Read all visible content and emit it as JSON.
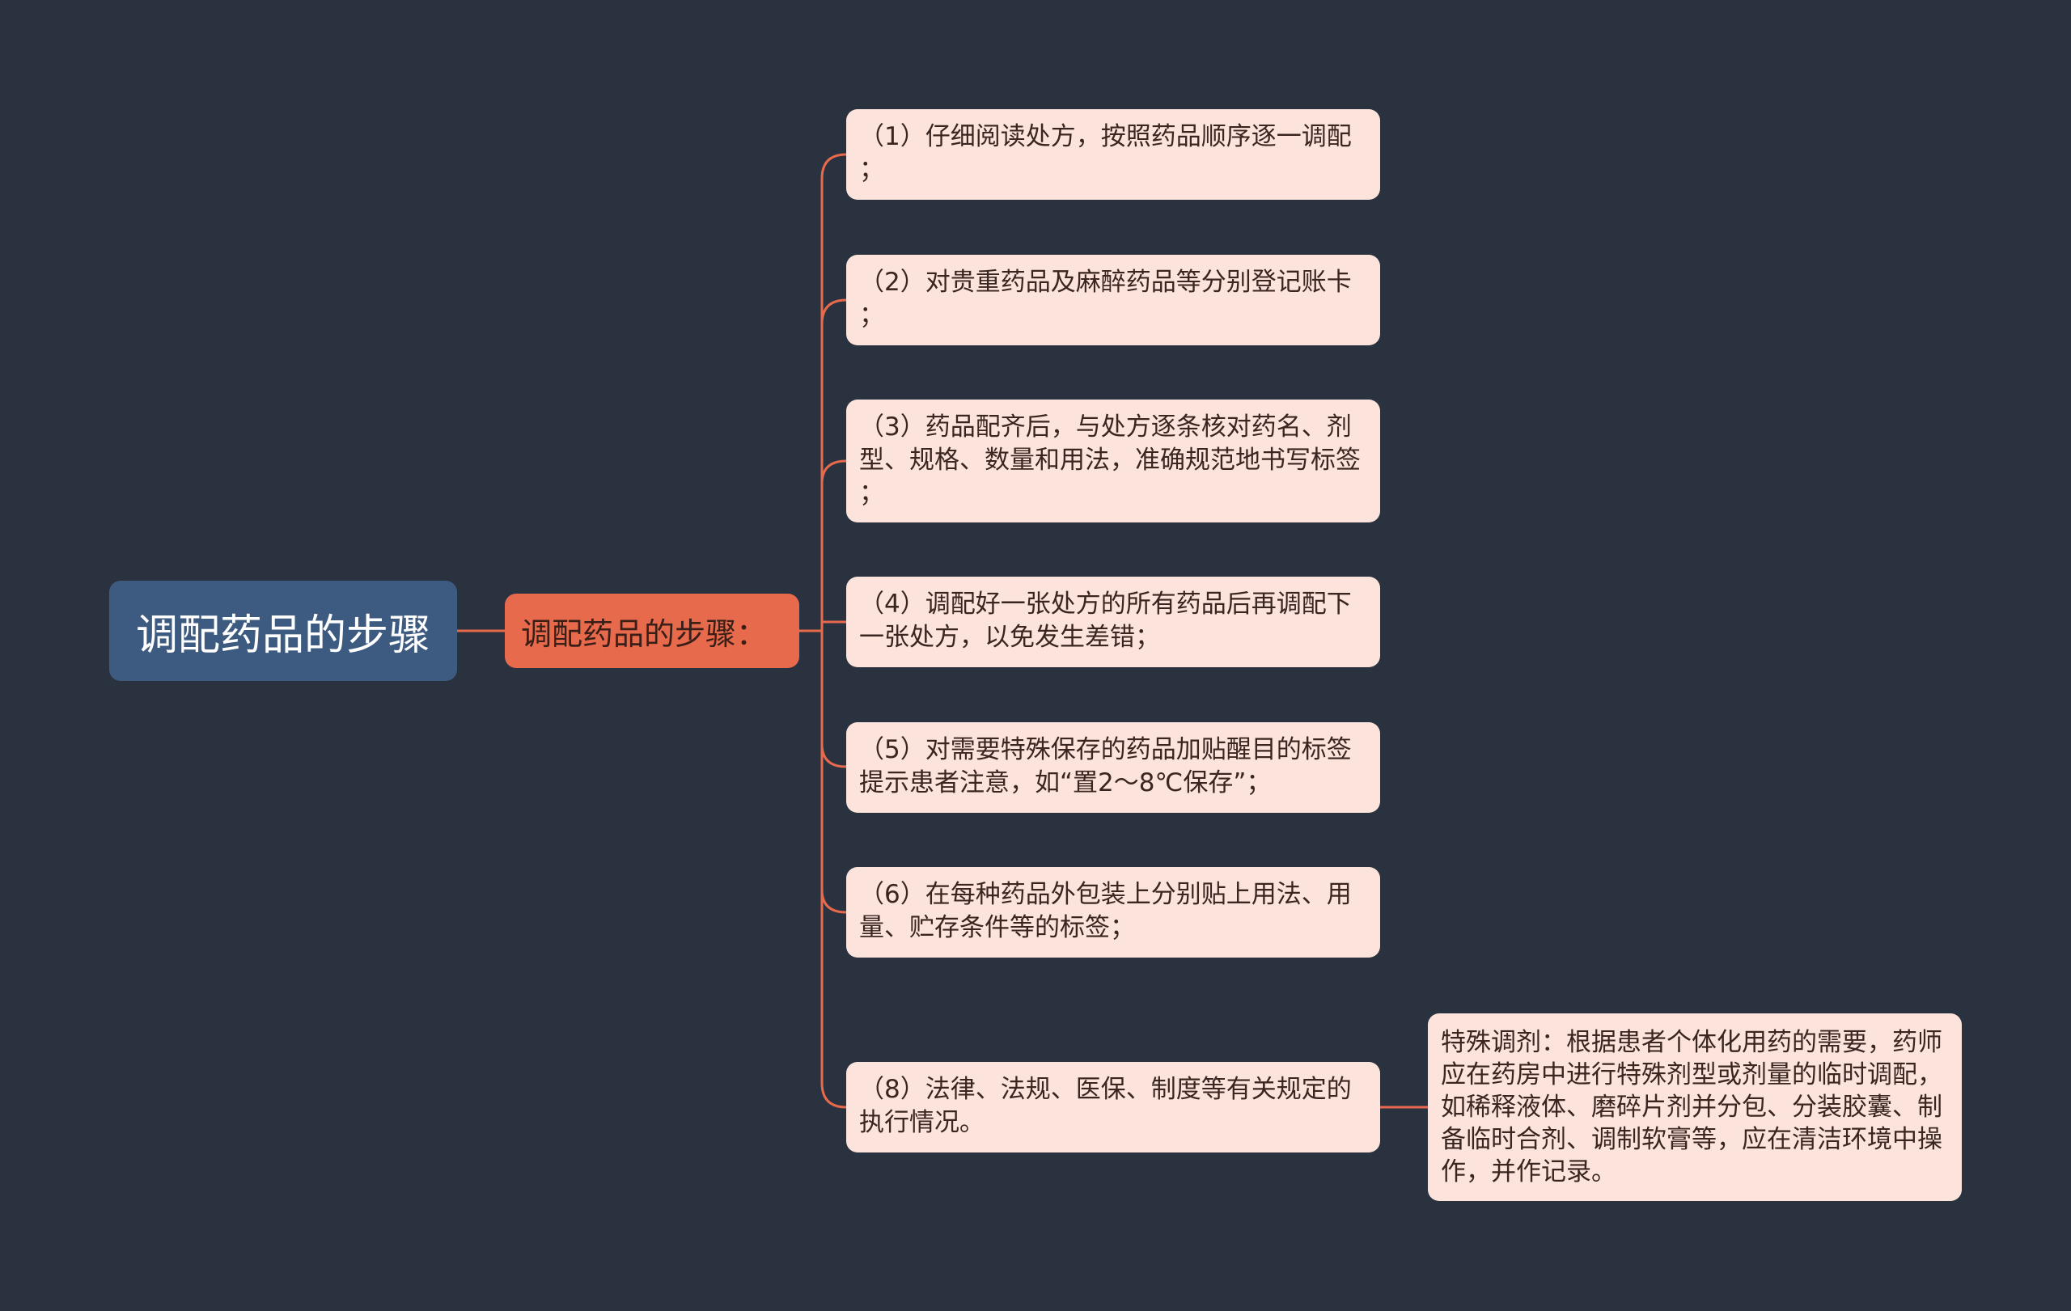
{
  "root": {
    "label": "调配药品的步骤"
  },
  "branch": {
    "label": "调配药品的步骤："
  },
  "steps": [
    {
      "text": "（1）仔细阅读处方，按照药品顺序逐一调配\n；"
    },
    {
      "text": "（2）对贵重药品及麻醉药品等分别登记账卡\n；"
    },
    {
      "text": "（3）药品配齐后，与处方逐条核对药名、剂\n型、规格、数量和用法，准确规范地书写标签\n；"
    },
    {
      "text": "（4）调配好一张处方的所有药品后再调配下\n一张处方，以免发生差错；"
    },
    {
      "text": "（5）对需要特殊保存的药品加贴醒目的标签\n提示患者注意，如“置2～8℃保存”；"
    },
    {
      "text": "（6）在每种药品外包装上分别贴上用法、用\n量、贮存条件等的标签；"
    },
    {
      "text": "（8）法律、法规、医保、制度等有关规定的\n执行情况。"
    }
  ],
  "detail": {
    "text": "特殊调剂：根据患者个体化用药的需要，药师应在药房中进行特殊剂型或剂量的临时调配，如稀释液体、磨碎片剂并分包、分装胶囊、制备临时合剂、调制软膏等，应在清洁环境中操作，并作记录。"
  },
  "colors": {
    "background": "#2a3240",
    "root_fill": "#3d5a80",
    "branch_fill": "#e86a4c",
    "leaf_fill": "#fce4dc",
    "connector": "#e86a4c"
  }
}
